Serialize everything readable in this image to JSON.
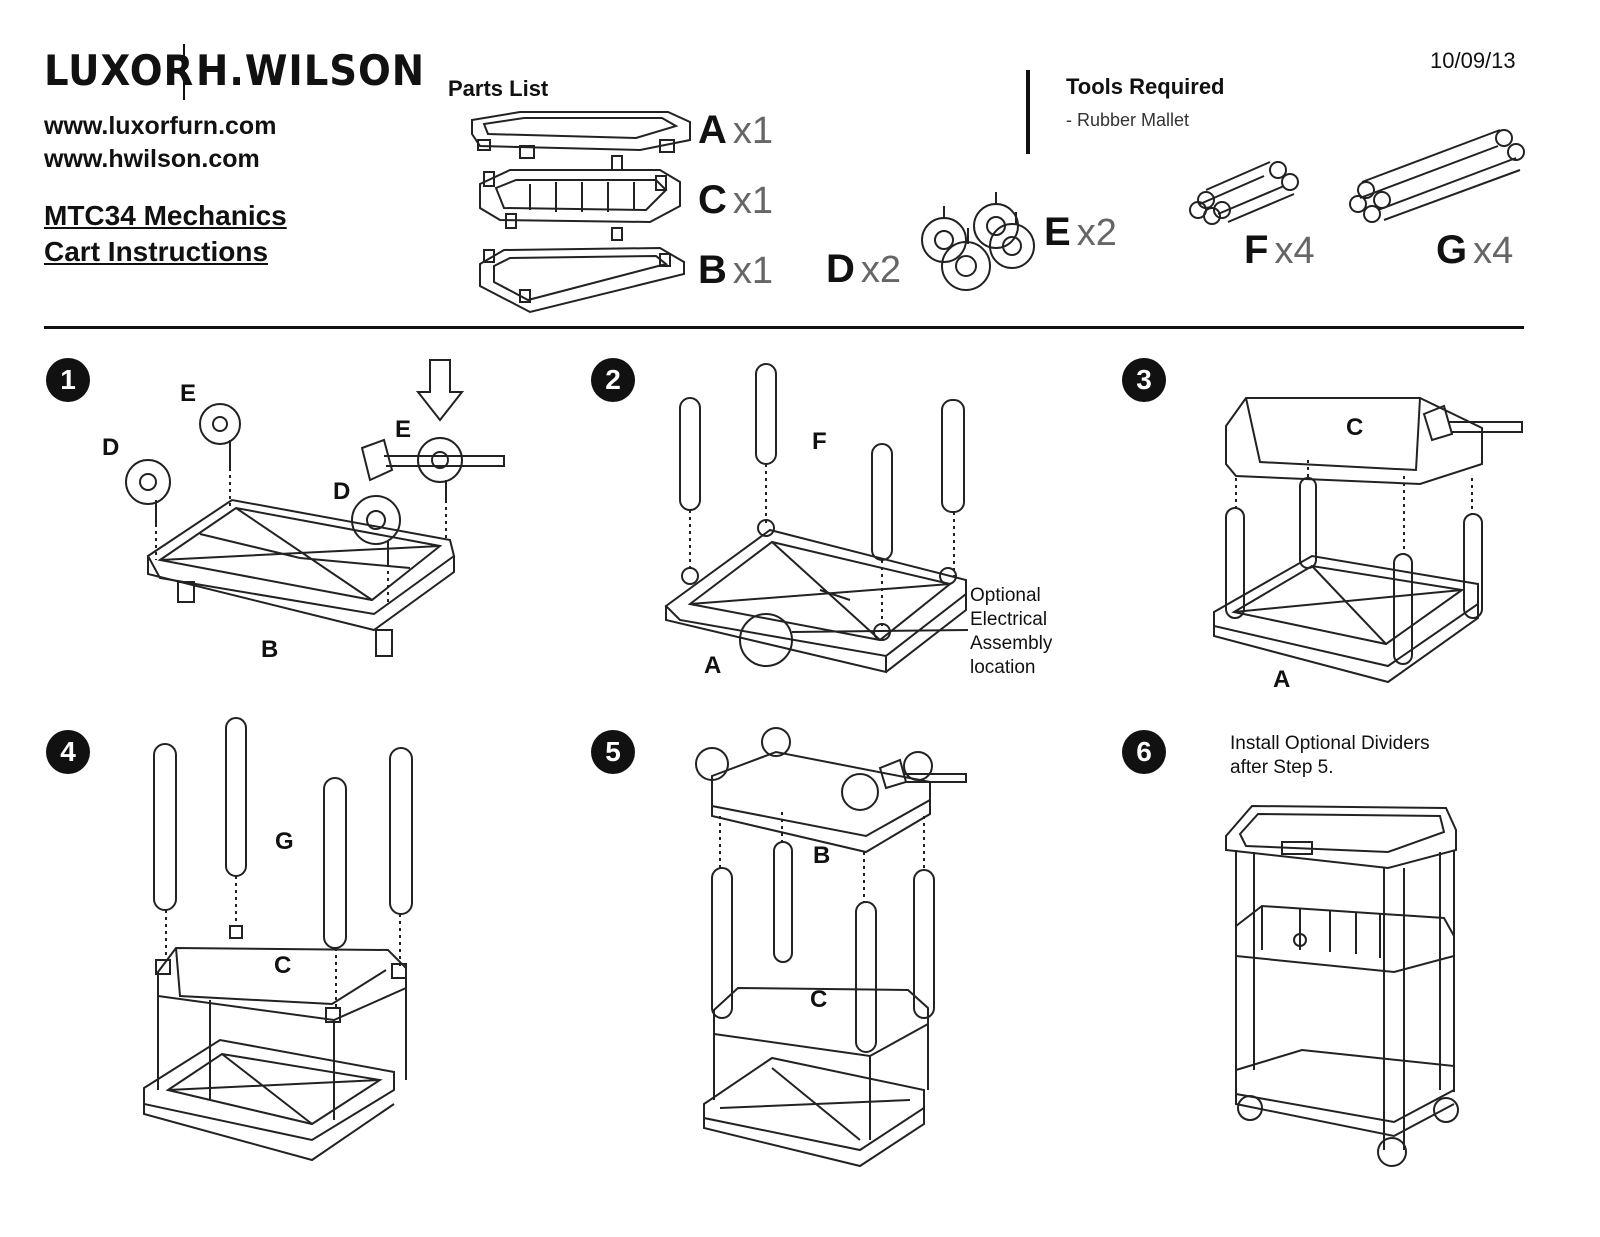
{
  "header": {
    "brand_left": "LUXOR",
    "brand_right": "H.WILSON",
    "site1": "www.luxorfurn.com",
    "site2": "www.hwilson.com",
    "title1": "MTC34 Mechanics",
    "title2": "Cart Instructions",
    "date": "10/09/13"
  },
  "parts": {
    "heading": "Parts List",
    "items": [
      {
        "letter": "A",
        "count": "x1"
      },
      {
        "letter": "C",
        "count": "x1"
      },
      {
        "letter": "B",
        "count": "x1"
      },
      {
        "letter": "D",
        "count": "x2"
      },
      {
        "letter": "E",
        "count": "x2"
      },
      {
        "letter": "F",
        "count": "x4"
      },
      {
        "letter": "G",
        "count": "x4"
      }
    ]
  },
  "tools": {
    "heading": "Tools Required",
    "items": [
      "-  Rubber Mallet"
    ]
  },
  "steps": [
    {
      "number": "1",
      "labels": [
        "E",
        "D",
        "E",
        "D",
        "B"
      ]
    },
    {
      "number": "2",
      "labels": [
        "F",
        "A"
      ],
      "note": [
        "Optional",
        "Electrical",
        "Assembly",
        "location"
      ]
    },
    {
      "number": "3",
      "labels": [
        "C",
        "A"
      ]
    },
    {
      "number": "4",
      "labels": [
        "G",
        "C"
      ]
    },
    {
      "number": "5",
      "labels": [
        "B",
        "C"
      ]
    },
    {
      "number": "6",
      "note": [
        "Install Optional Dividers",
        "after Step 5."
      ]
    }
  ]
}
